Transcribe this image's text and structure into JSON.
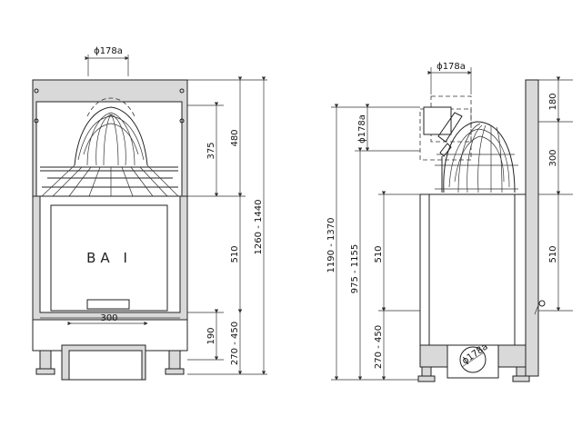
{
  "labels": {
    "brand": "BA I",
    "front_dia_top": "ϕ178a",
    "front_300": "300",
    "front_375": "375",
    "front_480": "480",
    "front_510": "510",
    "front_190": "190",
    "front_270_450": "270 - 450",
    "front_1260_1440": "1260 - 1440",
    "side_dia_top": "ϕ178a",
    "side_dia_left": "ϕ178a",
    "side_dia_bottom": "ϕ178a",
    "side_1190_1370": "1190 - 1370",
    "side_975_1155": "975 - 1155",
    "side_510_left": "510",
    "side_270_450": "270 - 450",
    "side_180": "180",
    "side_300": "300",
    "side_510_right": "510"
  }
}
